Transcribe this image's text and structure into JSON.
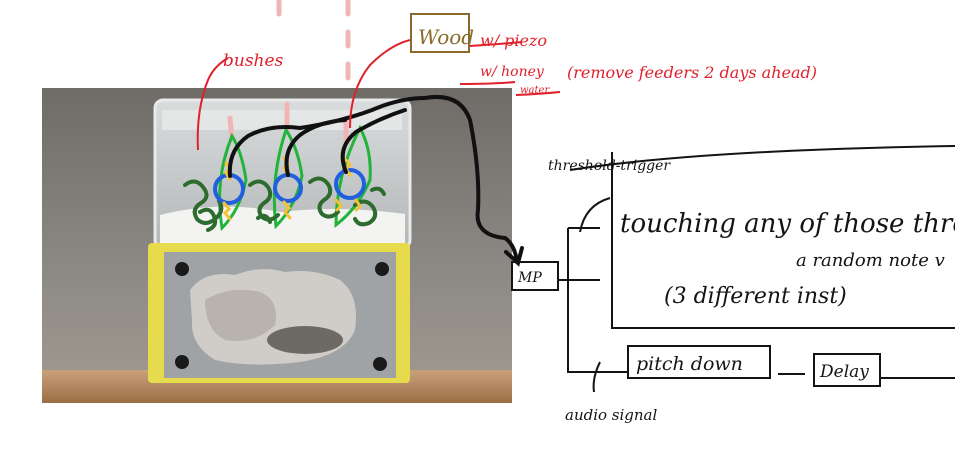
{
  "colors": {
    "red_ink": "#e0202a",
    "black_ink": "#141414",
    "bush_green": "#2e6b2e",
    "leaf_green": "#22b33a",
    "sensor_blue": "#1f5fe0",
    "spark_yellow": "#f2c230",
    "wood_box": "#8a6a2a",
    "pipe_pink": "#f2b5b5"
  },
  "annotations": {
    "bushes": "bushes",
    "wood": "Wood",
    "w_piezo": "w/ piezo",
    "w_honey": "w/ honey",
    "water": "water",
    "remove_feeders": "(remove feeders 2 days ahead)"
  },
  "diagram": {
    "threshold_trigger": "threshold-trigger",
    "main_text_line1": "touching any of those three",
    "main_text_line2": "a random note v",
    "main_text_line3": "(3 different inst)",
    "mp_label": "MP",
    "pitch_down": "pitch down",
    "delay": "Delay",
    "audio_signal": "audio signal"
  },
  "photo": {
    "subject": "acrylic ant formicarium with foraging box on top of nest"
  }
}
